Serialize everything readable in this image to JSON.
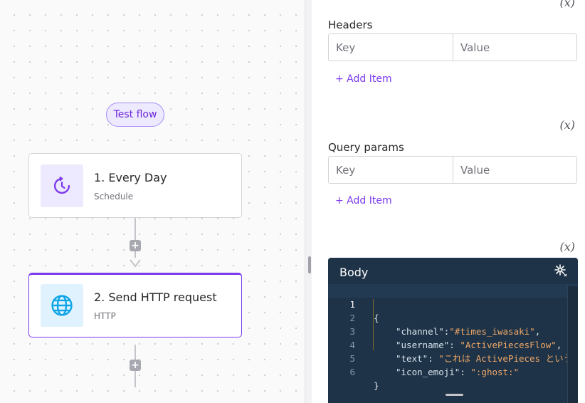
{
  "canvas": {
    "test_flow_label": "Test flow",
    "steps": [
      {
        "title": "1. Every Day",
        "subtitle": "Schedule",
        "icon": "schedule-clock-icon"
      },
      {
        "title": "2. Send HTTP request",
        "subtitle": "HTTP",
        "icon": "globe-icon"
      }
    ],
    "add_step_symbol": "+"
  },
  "panel": {
    "variable_symbol": "(x)",
    "headers": {
      "label": "Headers",
      "key_placeholder": "Key",
      "value_placeholder": "Value",
      "add_item_label": "+ Add Item"
    },
    "query_params": {
      "label": "Query params",
      "key_placeholder": "Key",
      "value_placeholder": "Value",
      "add_item_label": "+ Add Item"
    },
    "body": {
      "label": "Body",
      "lines": [
        {
          "num": "1",
          "open": "{"
        },
        {
          "num": "2",
          "key": "\"channel\"",
          "sep": ":",
          "value": "\"#times_iwasaki\"",
          "end": ","
        },
        {
          "num": "3",
          "key": "\"username\"",
          "sep": ": ",
          "value": "\"ActivePiecesFlow\"",
          "end": ","
        },
        {
          "num": "4",
          "key": "\"text\"",
          "sep": ": ",
          "value": "\"これは ActivePieces という",
          "end": ""
        },
        {
          "num": "5",
          "key": "\"icon_emoji\"",
          "sep": ": ",
          "value": "\":ghost:\"",
          "end": ""
        },
        {
          "num": "6",
          "open": "}"
        }
      ]
    }
  },
  "colors": {
    "accent": "#7c3aed",
    "editor_bg": "#1e3347",
    "string": "#f0a868"
  }
}
